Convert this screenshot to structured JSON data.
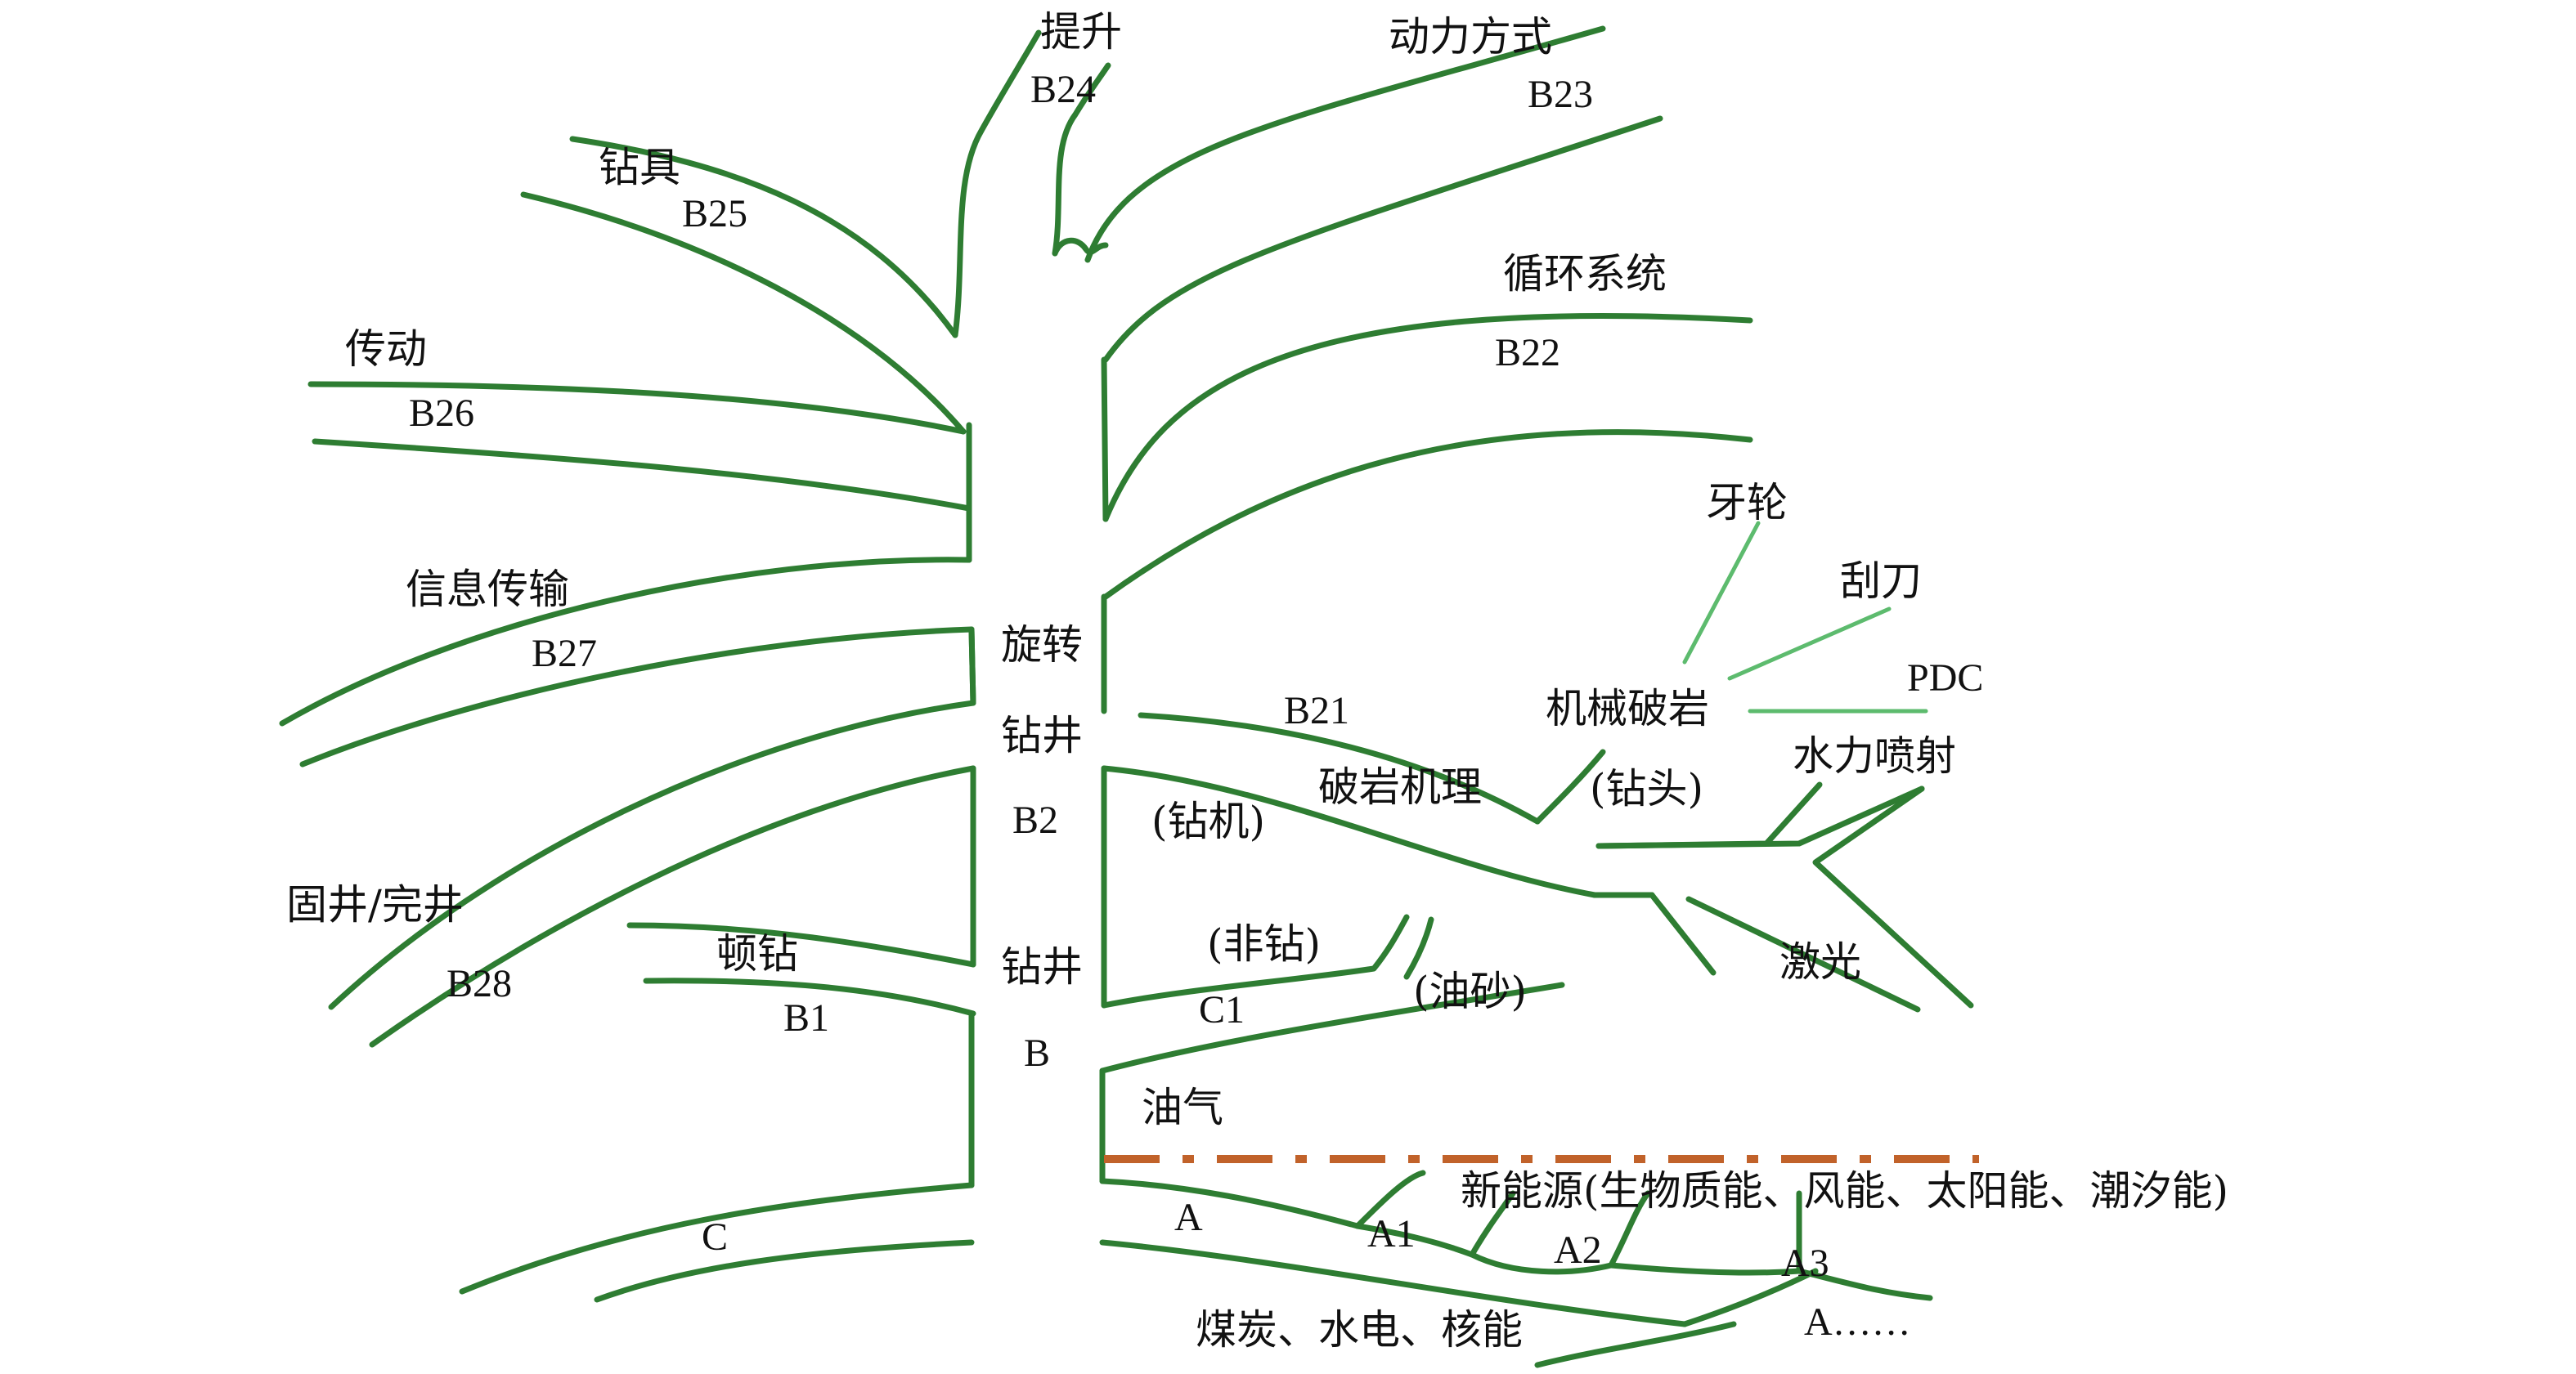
{
  "trunk": {
    "rotary_line1": "旋转",
    "rotary_line2": "钻井",
    "rotary_code": "B2",
    "drilling": "钻井",
    "drilling_code": "B",
    "oil_gas": "油气"
  },
  "upper_branches": {
    "hoisting": {
      "label": "提升",
      "code": "B24"
    },
    "power": {
      "label": "动力方式",
      "code": "B23"
    },
    "tools": {
      "label": "钻具",
      "code": "B25"
    },
    "circulation": {
      "label": "循环系统",
      "code": "B22"
    },
    "transmission": {
      "label": "传动",
      "code": "B26"
    },
    "info": {
      "label": "信息传输",
      "code": "B27"
    },
    "cementing": {
      "label": "固井/完井",
      "code": "B28"
    },
    "percussion": {
      "label": "顿钻",
      "code": "B1"
    },
    "c_branch": {
      "code": "C"
    }
  },
  "rock_breaking": {
    "mechanism": "破岩机理",
    "code": "B21",
    "rig": "(钻机)",
    "mechanical": "机械破岩",
    "bit": "(钻头)",
    "roller_cone": "牙轮",
    "scraper": "刮刀",
    "pdc": "PDC",
    "hydraulic": "水力喷射",
    "laser": "激光"
  },
  "non_drilling": {
    "label": "(非钻)",
    "code": "C1",
    "oil_sand": "(油砂)"
  },
  "energy": {
    "a": "A",
    "a1": "A1",
    "a2": "A2",
    "a3": "A3",
    "a_more": "A……",
    "new_energy": "新能源(生物质能、风能、太阳能、潮汐能)",
    "conventional": "煤炭、水电、核能"
  },
  "colors": {
    "branch": "#2e7d32",
    "bit_lines": "#5dbb6e",
    "divider": "#c1622a"
  }
}
